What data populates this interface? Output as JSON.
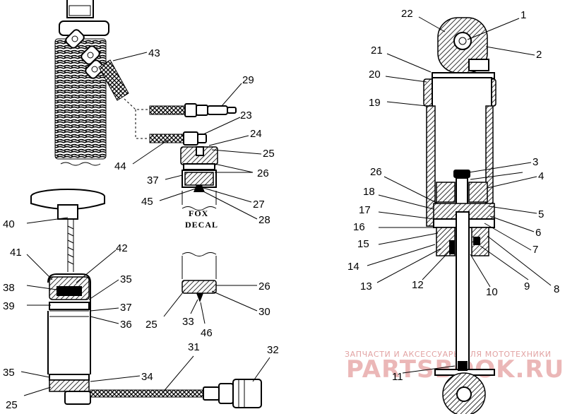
{
  "labels": {
    "l1": "1",
    "l2": "2",
    "l3": "3",
    "l4": "4",
    "l5": "5",
    "l6": "6",
    "l7": "7",
    "l8": "8",
    "l9": "9",
    "l10": "10",
    "l11": "11",
    "l12": "12",
    "l13": "13",
    "l14": "14",
    "l15": "15",
    "l16": "16",
    "l17": "17",
    "l18": "18",
    "l19": "19",
    "l20": "20",
    "l21": "21",
    "l22": "22",
    "l23": "23",
    "l24": "24",
    "l25a": "25",
    "l25b": "25",
    "l25c": "25",
    "l26a": "26",
    "l26b": "26",
    "l26c": "26",
    "l27": "27",
    "l28": "28",
    "l29": "29",
    "l30": "30",
    "l31": "31",
    "l32": "32",
    "l33": "33",
    "l34": "34",
    "l35a": "35",
    "l35b": "35",
    "l36": "36",
    "l37a": "37",
    "l37b": "37",
    "l38": "38",
    "l39": "39",
    "l40": "40",
    "l41": "41",
    "l42": "42",
    "l43": "43",
    "l44": "44",
    "l45": "45",
    "l46": "46"
  },
  "decal": {
    "line1": "FOX",
    "line2": "DECAL"
  },
  "watermark": {
    "caption": "ЗАПЧАСТИ И АКСЕССУАРЫ ДЛЯ МОТОТЕХНИКИ",
    "logo": "PARTSBOOK.RU",
    "color": "#e8a6a6"
  }
}
